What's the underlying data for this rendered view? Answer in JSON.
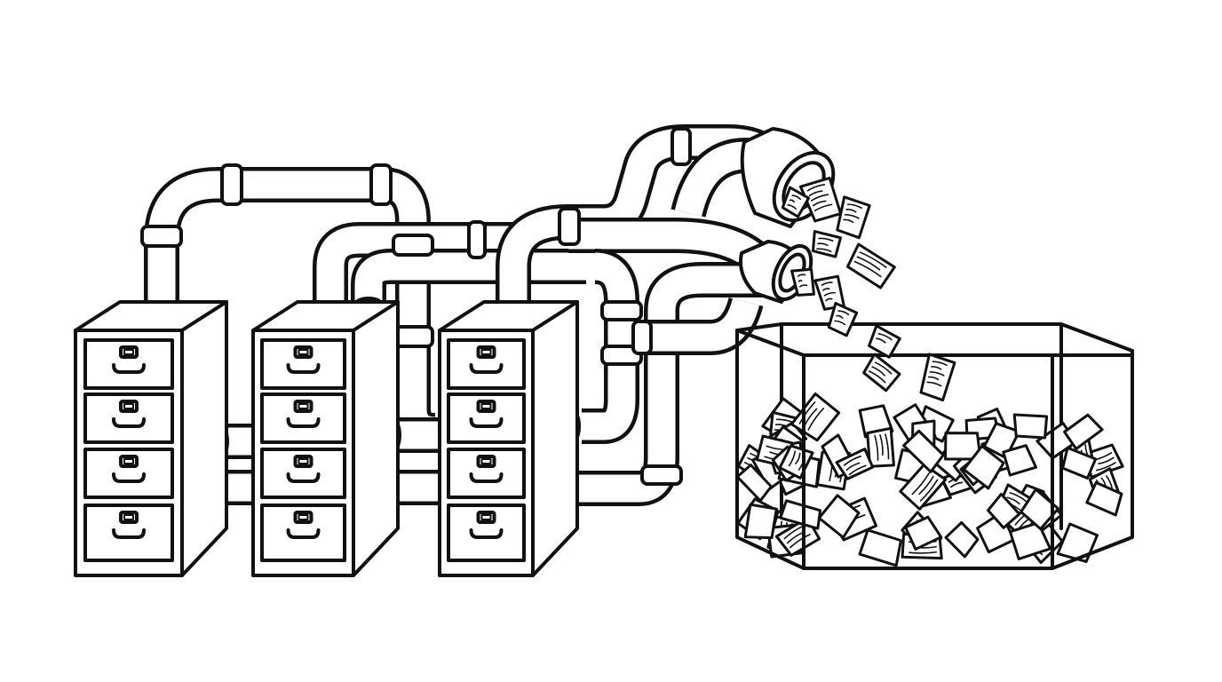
{
  "scene": {
    "style": "black-and-white line art",
    "cabinets": [
      {
        "name": "filing-cabinet-1",
        "drawers": 4
      },
      {
        "name": "filing-cabinet-2",
        "drawers": 4
      },
      {
        "name": "filing-cabinet-3",
        "drawers": 4
      }
    ],
    "pipes": {
      "nozzles": 2
    },
    "bin": {
      "name": "glass-bin",
      "contents": "loose papers"
    },
    "colors": {
      "ink": "#111111",
      "background": "#ffffff"
    }
  }
}
